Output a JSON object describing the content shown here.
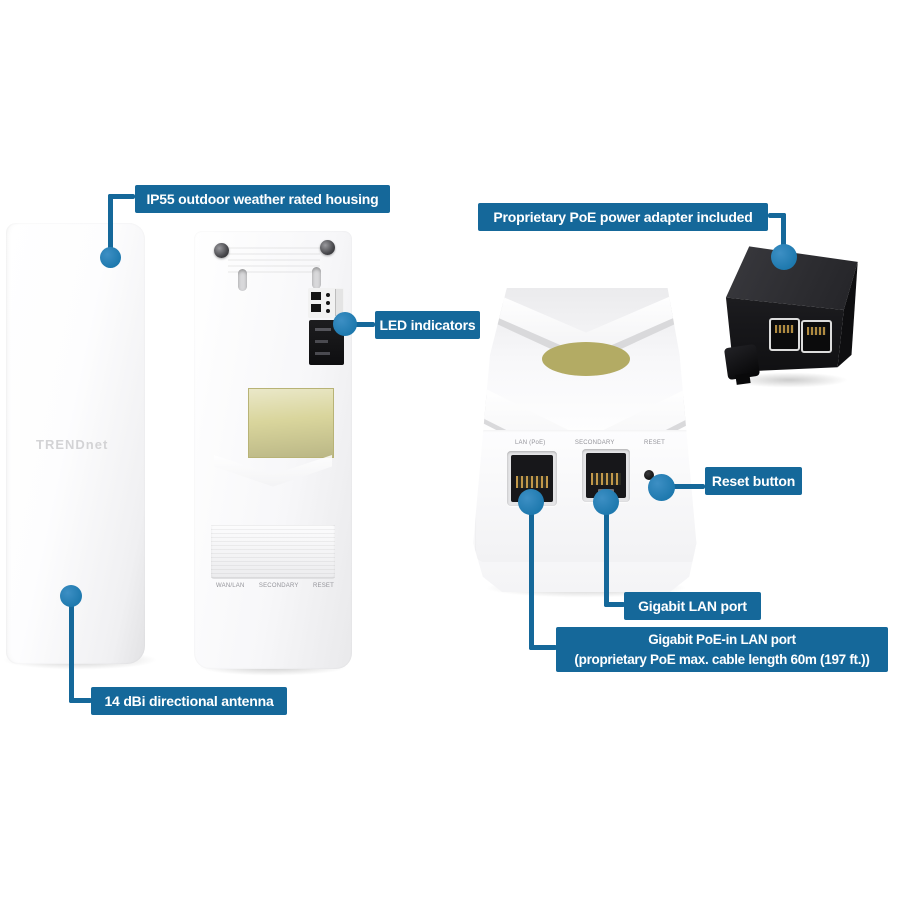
{
  "callouts": {
    "housing": {
      "label": "IP55 outdoor weather rated housing"
    },
    "poe_adapter": {
      "label": "Proprietary PoE power adapter included"
    },
    "led": {
      "label": "LED indicators"
    },
    "reset": {
      "label": "Reset button"
    },
    "lan": {
      "label": "Gigabit LAN port"
    },
    "poe_in": {
      "line1": "Gigabit PoE-in LAN port",
      "line2": "(proprietary PoE max. cable length 60m (197 ft.))"
    },
    "antenna": {
      "label": "14 dBi directional antenna"
    }
  },
  "devices": {
    "front": {
      "logo": "TRENDnet"
    },
    "back": {
      "port_labels": [
        "WAN/LAN",
        "SECONDARY",
        "RESET"
      ]
    },
    "bottom": {
      "port_labels": [
        "LAN (PoE)",
        "SECONDARY",
        "RESET"
      ]
    }
  },
  "colors": {
    "callout_bg": "#15689a",
    "dot": "#1e79ae",
    "label_sticker": "#d9d59c"
  }
}
